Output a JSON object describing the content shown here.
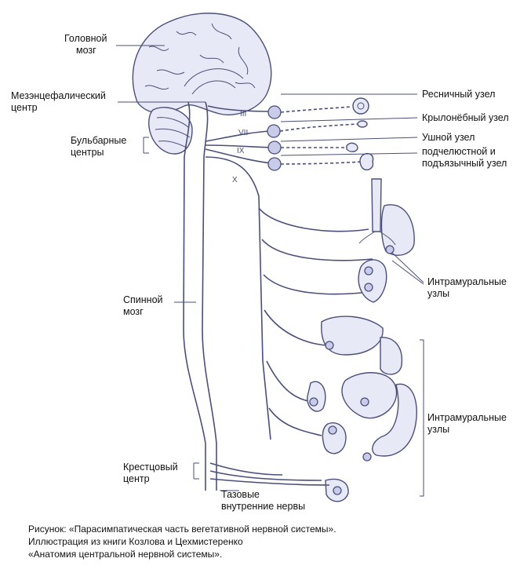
{
  "labels": {
    "brain": [
      "Головной",
      "мозг"
    ],
    "mesencephalic": [
      "Мезэнцефалический",
      "центр"
    ],
    "bulbar": [
      "Бульбарные",
      "центры"
    ],
    "spinal_cord": [
      "Спинной",
      "мозг"
    ],
    "sacral": [
      "Крестцовый",
      "центр"
    ],
    "pelvic_nerves": [
      "Тазовые",
      "внутренние нервы"
    ],
    "ciliary": "Ресничный узел",
    "pterygopalatine": "Крылонёбный узел",
    "otic": "Ушной узел",
    "submandibular": [
      "подчелюстной и",
      "подъязычный узел"
    ],
    "intramural_1": [
      "Интрамуральные",
      "узлы"
    ],
    "intramural_2": [
      "Интрамуральные",
      "узлы"
    ]
  },
  "nerves": {
    "III": "III",
    "VII": "VII",
    "IX": "IX",
    "X": "X"
  },
  "caption": [
    "Рисунок: «Парасимпатическая часть вегетативной нервной системы».",
    "Иллюстрация из книги Козлова и Цехмистеренко",
    "«Анатомия центральной нервной системы»."
  ],
  "colors": {
    "line": "#4a4f7a",
    "ganglion_fill": "#c9cbe8",
    "organ_fill": "#e8e9f6"
  }
}
